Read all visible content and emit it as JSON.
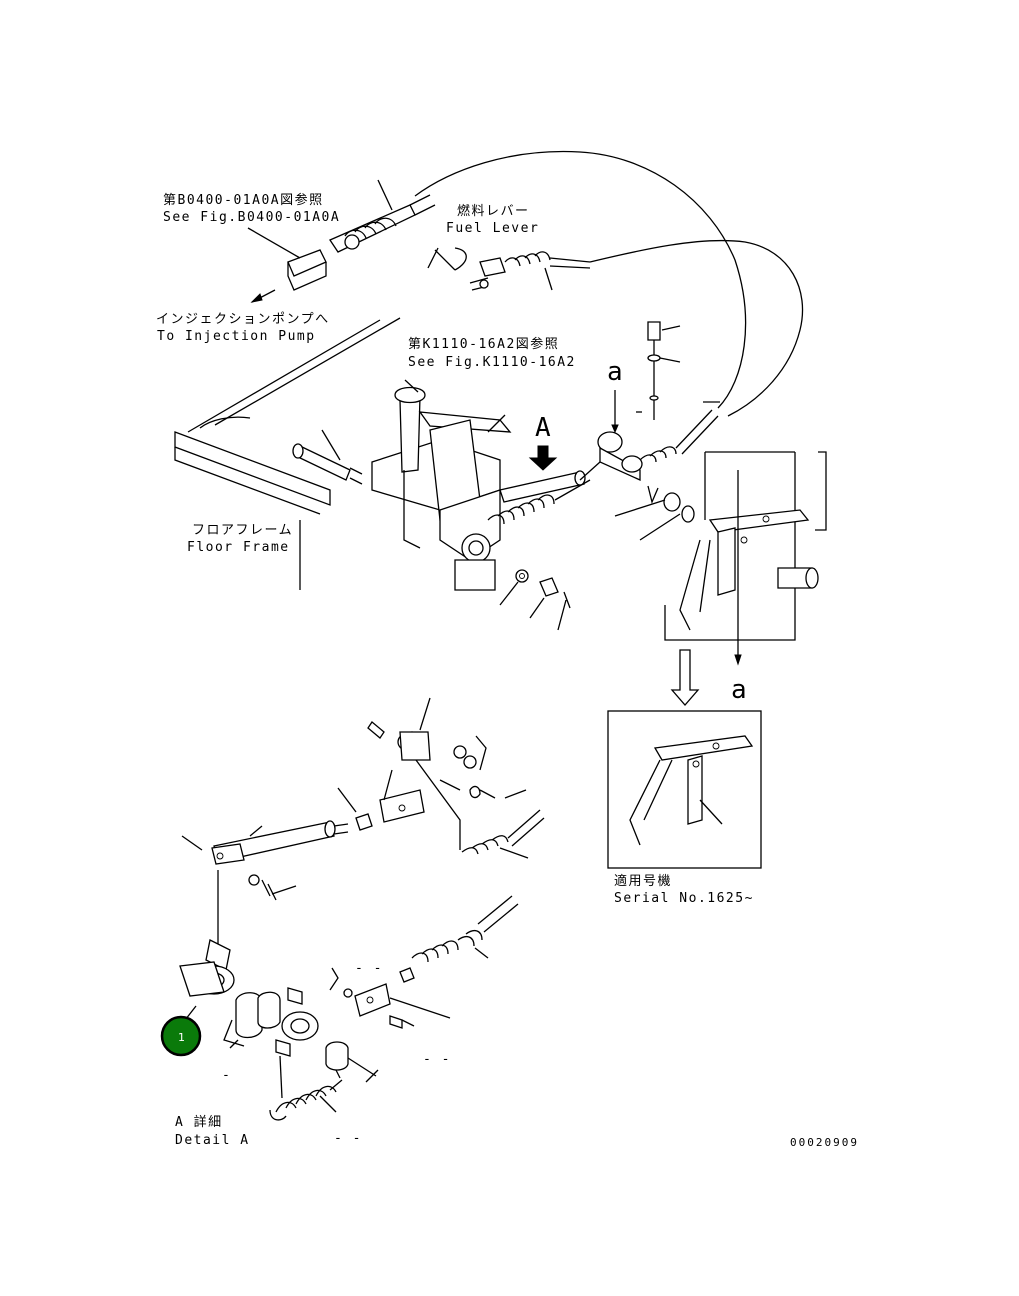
{
  "labels": {
    "fig_ref_1_jp": "第B0400-01A0A図参照",
    "fig_ref_1_en": "See Fig.B0400-01A0A",
    "fuel_lever_jp": "燃料レバー",
    "fuel_lever_en": "Fuel Lever",
    "injection_pump_jp": "インジェクションポンプへ",
    "injection_pump_en": "To Injection Pump",
    "fig_ref_2_jp": "第K1110-16A2図参照",
    "fig_ref_2_en": "See Fig.K1110-16A2",
    "view_marker_a": "A",
    "section_a_top": "a",
    "section_a_bottom": "a",
    "floor_frame_jp": "フロアフレーム",
    "floor_frame_en": "Floor Frame",
    "serial_jp": "適用号機",
    "serial_en": "Serial No.1625~",
    "detail_jp": "A 詳細",
    "detail_en": "Detail A",
    "dash_1": "- -",
    "dash_2": "- -",
    "dash_3": "-",
    "dash_4": "- -",
    "drawing_number": "00020909"
  },
  "callout": {
    "number": "1",
    "color": "#0a7a0a"
  }
}
